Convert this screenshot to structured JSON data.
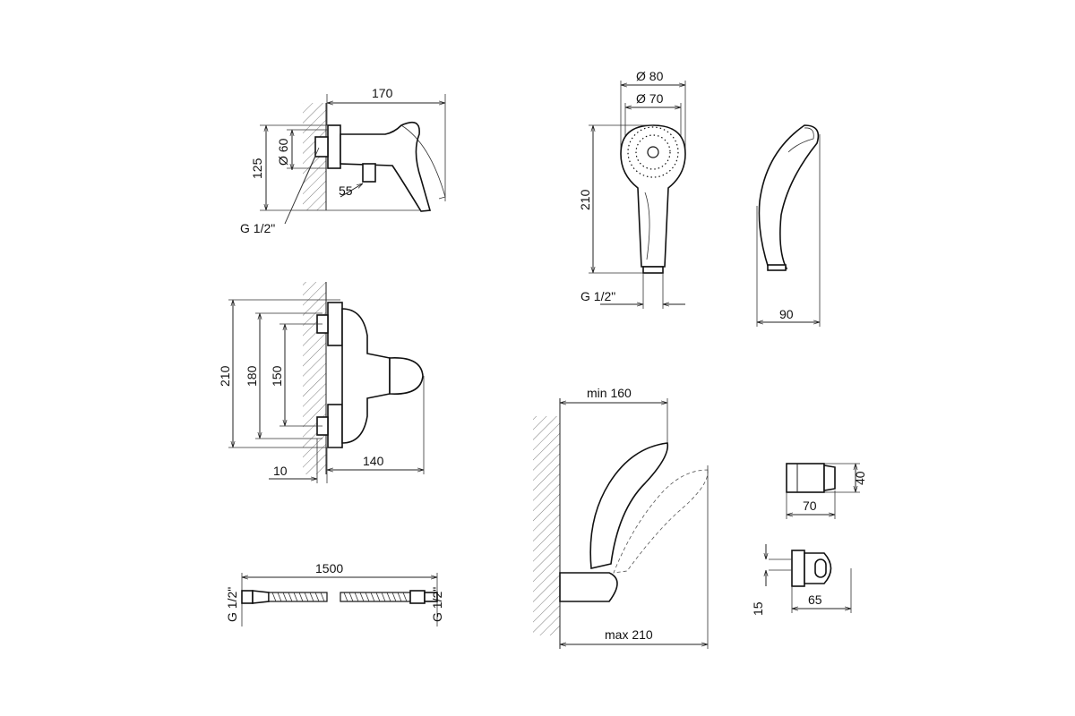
{
  "drawing": {
    "mixer_side": {
      "width": "170",
      "diameter": "Ø 60",
      "height": "125",
      "outlet": "55",
      "thread": "G 1/2\""
    },
    "mixer_front": {
      "total_height": "210",
      "mount_180": "180",
      "mount_150": "150",
      "offset": "10",
      "depth": "140"
    },
    "hose": {
      "length": "1500",
      "thread_left": "G 1/2\"",
      "thread_right": "G 1/2\""
    },
    "hand_shower": {
      "outer_diameter": "Ø 80",
      "inner_diameter": "Ø 70",
      "length": "210",
      "thread": "G 1/2\"",
      "side_width": "90"
    },
    "installed": {
      "min_reach": "min 160",
      "max_reach": "max 210"
    },
    "holder_top": {
      "height": "40",
      "width": "70"
    },
    "holder_side": {
      "offset": "15",
      "width": "65"
    }
  }
}
